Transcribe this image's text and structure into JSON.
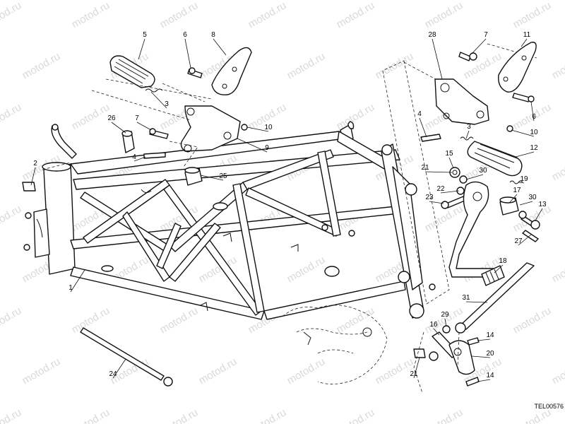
{
  "watermark": {
    "text": "motod.ru"
  },
  "drawing_code": "TEL00576",
  "callouts": [
    {
      "label": "1"
    },
    {
      "label": "2"
    },
    {
      "label": "3"
    },
    {
      "label": "3"
    },
    {
      "label": "4"
    },
    {
      "label": "4"
    },
    {
      "label": "5"
    },
    {
      "label": "6"
    },
    {
      "label": "6"
    },
    {
      "label": "7"
    },
    {
      "label": "7"
    },
    {
      "label": "8"
    },
    {
      "label": "9"
    },
    {
      "label": "10"
    },
    {
      "label": "10"
    },
    {
      "label": "11"
    },
    {
      "label": "12"
    },
    {
      "label": "13"
    },
    {
      "label": "14"
    },
    {
      "label": "14"
    },
    {
      "label": "15"
    },
    {
      "label": "16"
    },
    {
      "label": "17"
    },
    {
      "label": "18"
    },
    {
      "label": "19"
    },
    {
      "label": "20"
    },
    {
      "label": "21"
    },
    {
      "label": "21"
    },
    {
      "label": "22"
    },
    {
      "label": "23"
    },
    {
      "label": "24"
    },
    {
      "label": "25"
    },
    {
      "label": "26"
    },
    {
      "label": "27"
    },
    {
      "label": "28"
    },
    {
      "label": "29"
    },
    {
      "label": "30"
    },
    {
      "label": "30"
    },
    {
      "label": "31"
    }
  ]
}
